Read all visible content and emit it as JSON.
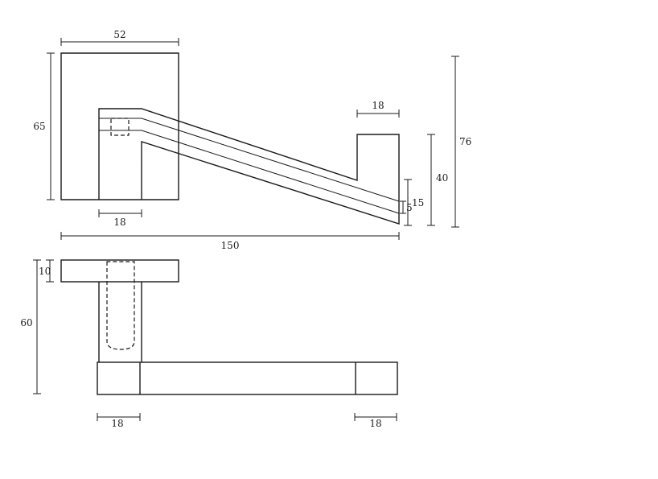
{
  "drawing": {
    "top_view": {
      "dim_width": "52",
      "dim_height": "65",
      "dim_post_width": "18",
      "dim_tab_width": "18",
      "dim_tab_height": "40",
      "dim_end_15": "15",
      "dim_end_5": "5",
      "dim_total_height": "76",
      "dim_total_length": "150"
    },
    "front_view": {
      "dim_plate": "10",
      "dim_height": "60",
      "dim_left_width": "18",
      "dim_right_width": "18"
    }
  }
}
